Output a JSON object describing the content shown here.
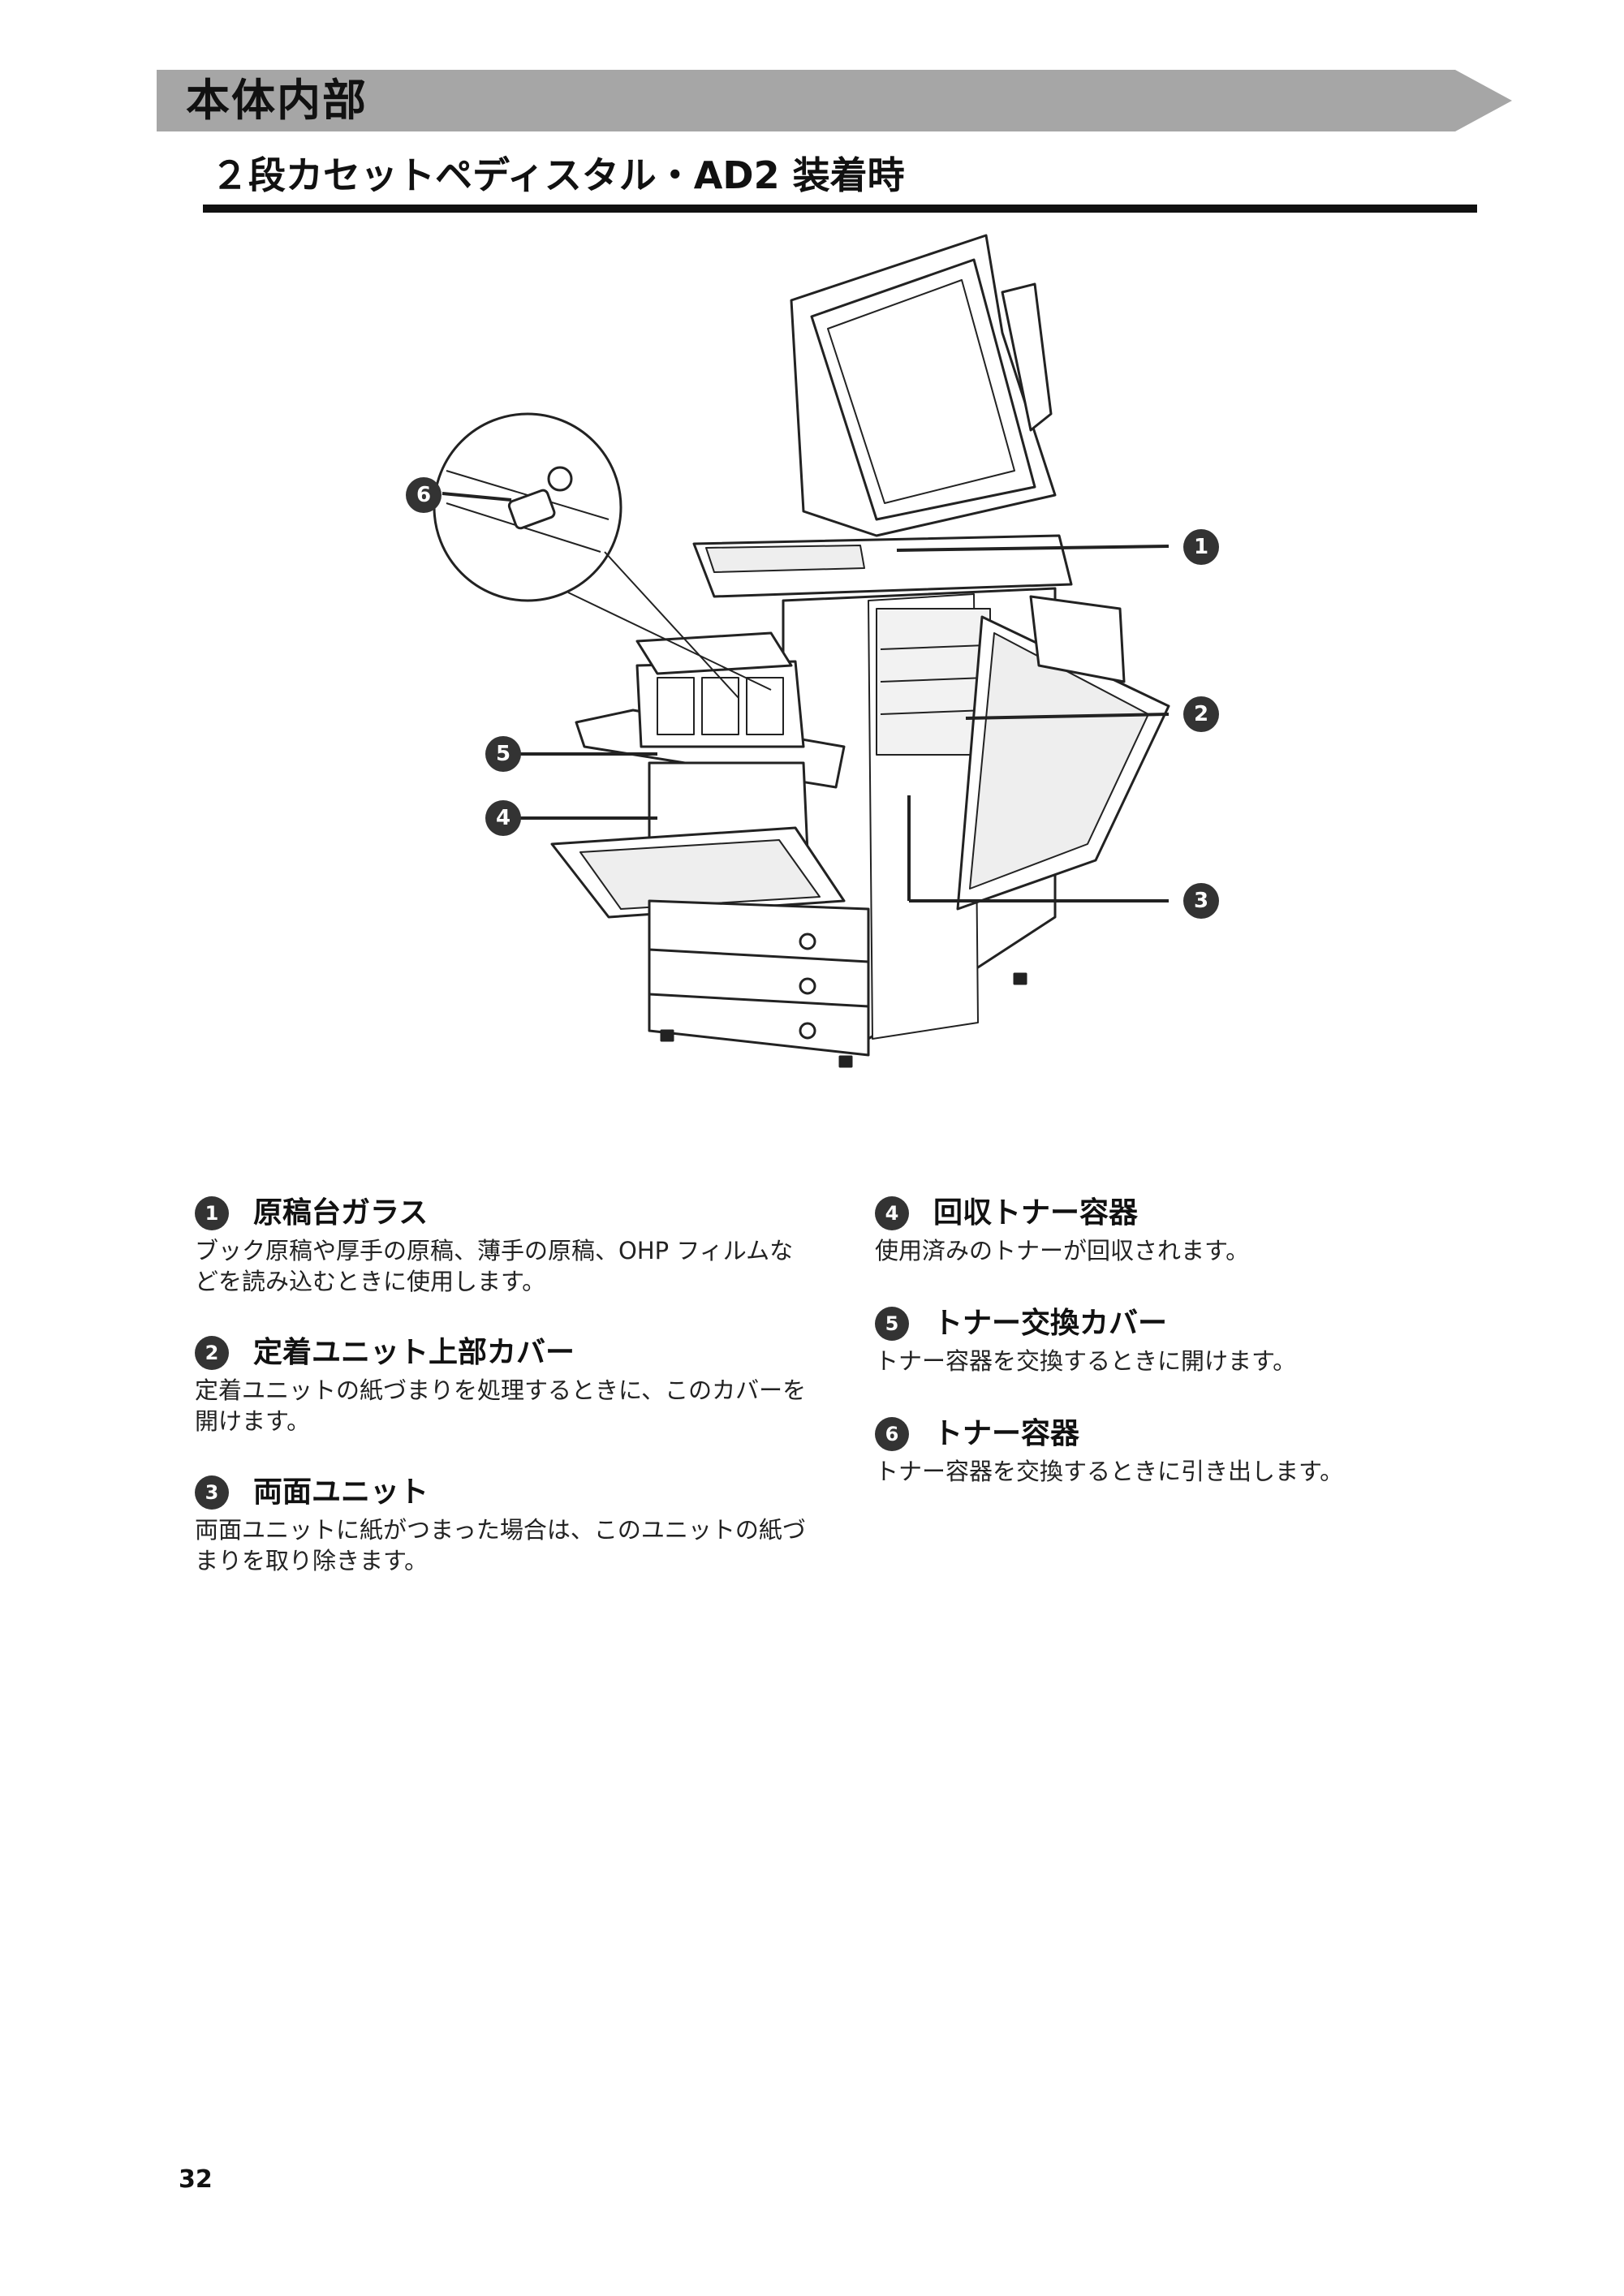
{
  "section": {
    "title": "本体内部"
  },
  "subsection": {
    "title": "２段カセットペディスタル・AD2 装着時"
  },
  "figure": {
    "callouts": [
      "1",
      "2",
      "3",
      "4",
      "5",
      "6"
    ]
  },
  "items": [
    {
      "number": "1",
      "title": "原稿台ガラス",
      "description": "ブック原稿や厚手の原稿、薄手の原稿、OHP フィルムなどを読み込むときに使用します。"
    },
    {
      "number": "2",
      "title": "定着ユニット上部カバー",
      "description": "定着ユニットの紙づまりを処理するときに、このカバーを開けます。"
    },
    {
      "number": "3",
      "title": "両面ユニット",
      "description": "両面ユニットに紙がつまった場合は、このユニットの紙づまりを取り除きます。"
    },
    {
      "number": "4",
      "title": "回収トナー容器",
      "description": "使用済みのトナーが回収されます。"
    },
    {
      "number": "5",
      "title": "トナー交換カバー",
      "description": "トナー容器を交換するときに開けます。"
    },
    {
      "number": "6",
      "title": "トナー容器",
      "description": "トナー容器を交換するときに引き出します。"
    }
  ],
  "page_number": "32"
}
